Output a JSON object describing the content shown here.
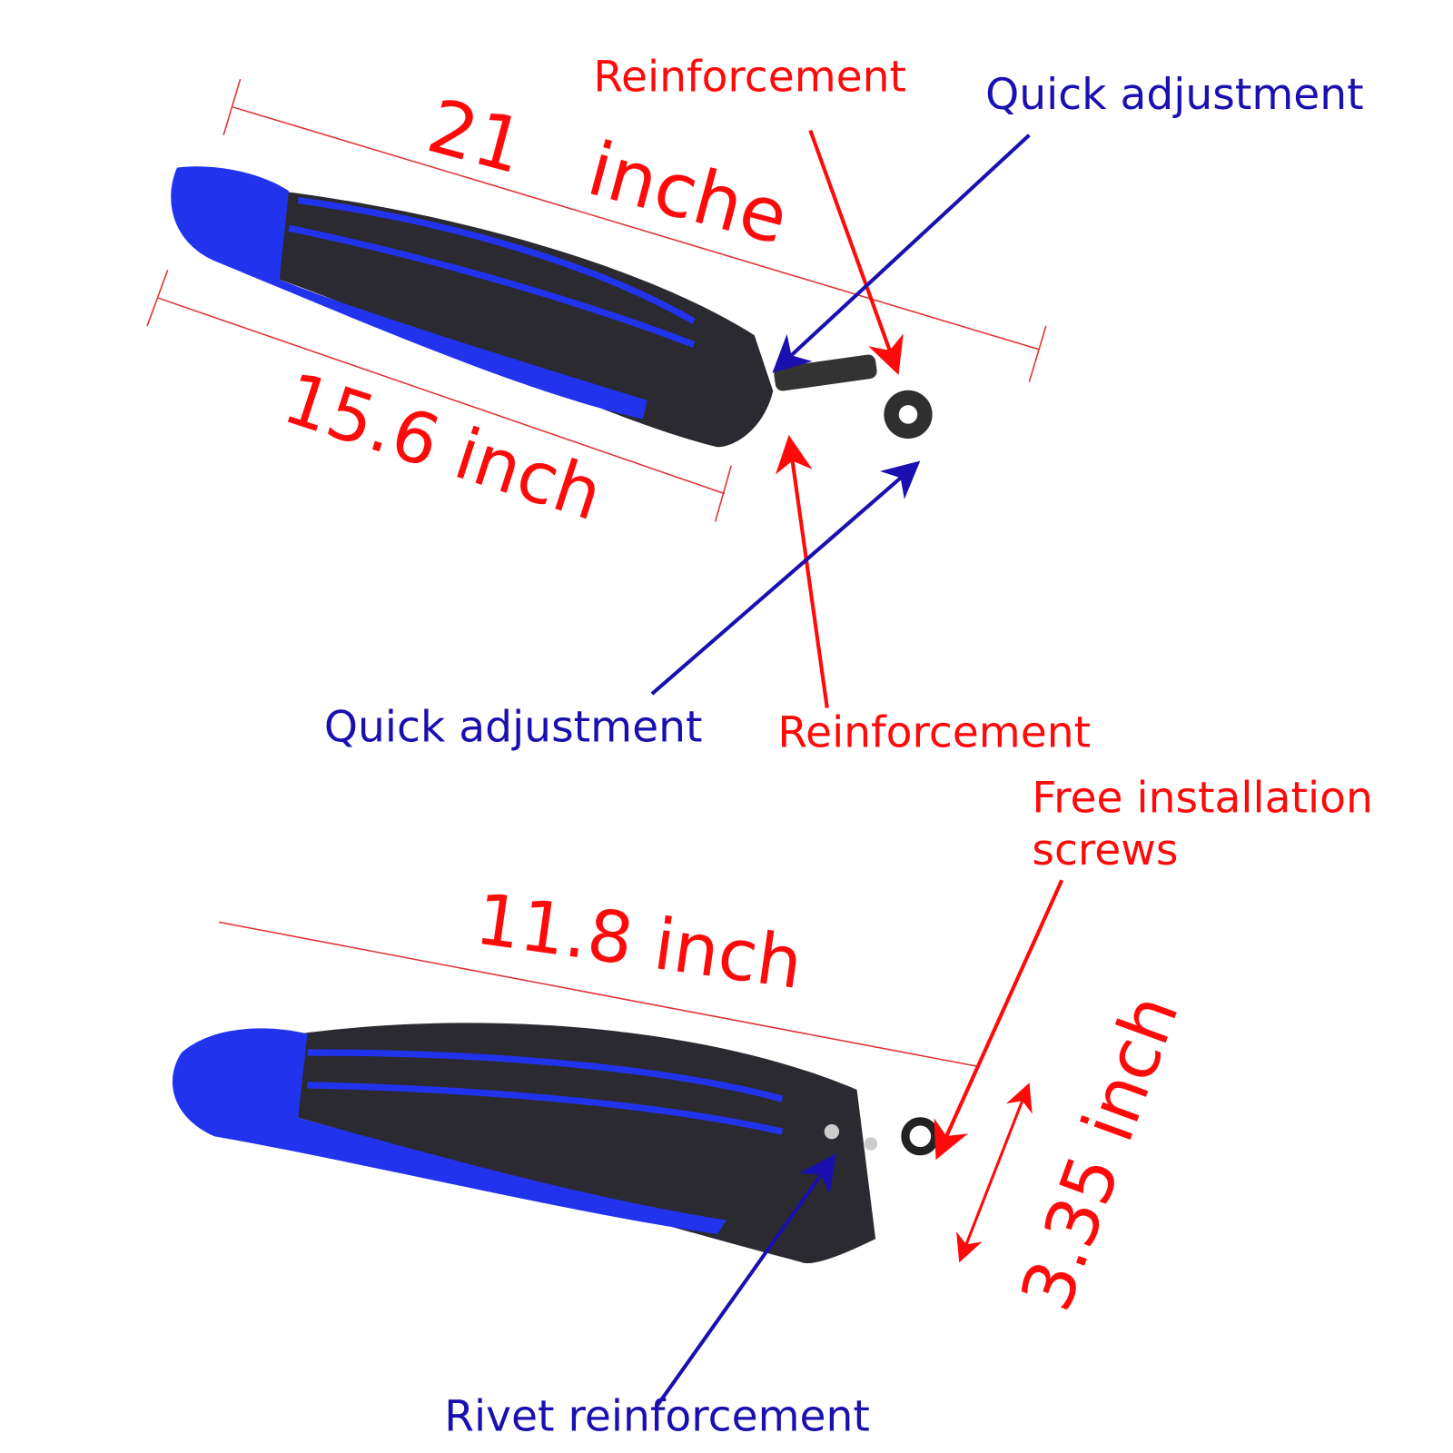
{
  "colors": {
    "red": "#ff0a0a",
    "blue": "#1a10b0",
    "fender_blue": "#2233ee",
    "fender_black": "#2a2a30"
  },
  "labels": {
    "reinforcement_top": "Reinforcement",
    "quick_adjustment_top": "Quick adjustment",
    "length_21": "21   inche",
    "length_15_6": "15.6 inch",
    "quick_adjustment_mid": "Quick adjustment",
    "reinforcement_mid": "Reinforcement",
    "free_installation_line1": "Free installation",
    "free_installation_line2": "screws",
    "length_11_8": "11.8 inch",
    "height_3_35": "3.35 inch",
    "rivet_reinforcement": "Rivet reinforcement"
  }
}
